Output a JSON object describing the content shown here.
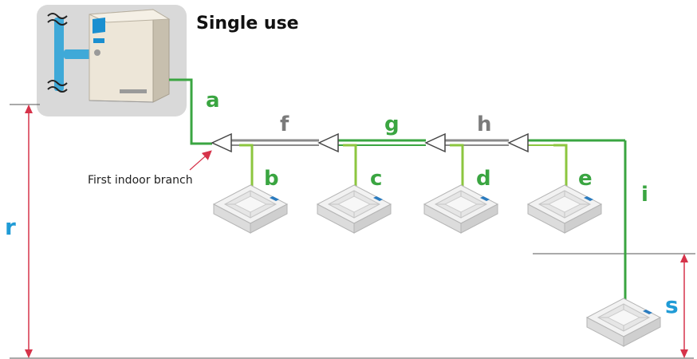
{
  "title": "Single use",
  "branch_note": "First indoor branch",
  "pipe_labels": {
    "a": "a",
    "b": "b",
    "c": "c",
    "d": "d",
    "e": "e",
    "f": "f",
    "g": "g",
    "h": "h",
    "i": "i"
  },
  "dimension_labels": {
    "r": "r",
    "s": "s"
  },
  "colors": {
    "pipe_green": "#3aa541",
    "pipe_light_green": "#8cc63f",
    "pipe_grey": "#8a8a8a",
    "label_blue": "#1f9bd6",
    "dimension_red": "#d6334a",
    "unit_panel_bg": "#d9d9d9"
  },
  "icons": {
    "outdoor_unit": "outdoor-unit-icon",
    "indoor_unit": "cassette-indoor-unit-icon",
    "branch_joint": "refnet-branch-icon"
  }
}
